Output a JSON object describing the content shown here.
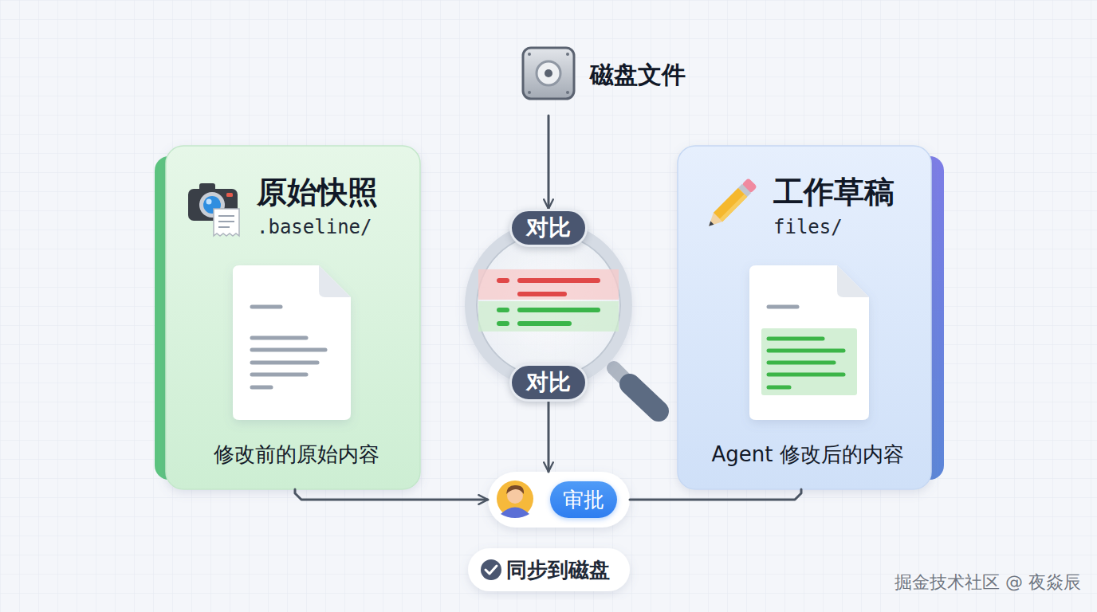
{
  "diagram": {
    "nodes": [
      {
        "text": [
          "磁盘文件"
        ]
      },
      {
        "text": [
          "原始快照",
          ".baseline/",
          "修改前的原始内容"
        ]
      },
      {
        "text": [
          "对比"
        ]
      },
      {
        "text": [
          "对比"
        ]
      },
      {
        "text": [
          "工作草稿",
          "files/",
          "Agent 修改后的内容"
        ]
      },
      {
        "text": [
          "审批"
        ]
      },
      {
        "text": [
          "同步到磁盘"
        ]
      }
    ],
    "edges": [
      {
        "from": 0,
        "to": 2,
        "arrow": "to"
      },
      {
        "from": 3,
        "to": 5,
        "arrow": "to"
      },
      {
        "from": 1,
        "to": 5,
        "arrow": "to"
      },
      {
        "from": 4,
        "to": 5,
        "arrow": "none"
      }
    ],
    "labels": [
      "掘金技术社区 @ 夜焱辰"
    ]
  }
}
